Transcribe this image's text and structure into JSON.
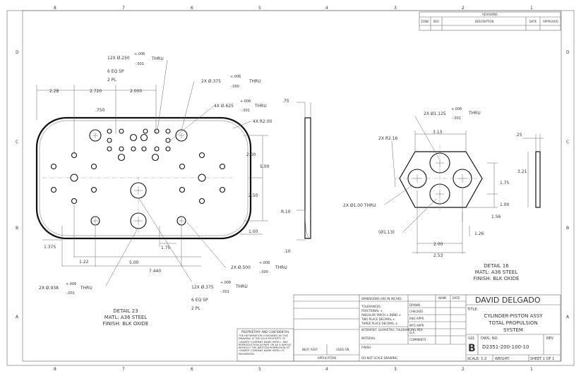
{
  "sheet": {
    "zone_rows": [
      "D",
      "C",
      "B",
      "A"
    ],
    "zone_cols": [
      "8",
      "7",
      "6",
      "5",
      "4",
      "3",
      "2",
      "1"
    ]
  },
  "revisions": {
    "title": "REVISIONS",
    "cols": [
      "ZONE",
      "REV.",
      "DESCRIPTION",
      "DATE",
      "APPROVED"
    ]
  },
  "detail23": {
    "callouts": {
      "holes12_a": "12X Ø.250",
      "holes12_tol_plus": "+.006",
      "holes12_tol_minus": "-.001",
      "holes12_thru": "THRU",
      "eqsp": "6 EQ SP",
      "pl2": "2 PL",
      "holes375": "2X Ø.375",
      "holes375_plus": "+.006",
      "holes375_minus": "-.000",
      "holes375_thru": "THRU",
      "holes625": "4X Ø.625",
      "holes625_plus": "+.006",
      "holes625_minus": "-.001",
      "holes625_thru": "THRU",
      "r200": "4X R2.00",
      "holes938": "2X Ø.938",
      "holes938_plus": "+.006",
      "holes938_minus": "-.001",
      "holes938_thru": "THRU",
      "holes500": "2X Ø.500",
      "holes500_plus": "+.006",
      "holes500_minus": "-.000",
      "holes500_thru": "THRU",
      "holes375b": "12X Ø.375",
      "holes375b_plus": "+.006",
      "holes375b_minus": "-.001",
      "holes375b_thru": "THRU",
      "eqsp_b": "6 EQ SP",
      "pl2_b": "2 PL"
    },
    "dims": {
      "d228": "2.28",
      "d2720": "2.720",
      "d2000": "2.000",
      "d750": ".750",
      "d200": "2.00",
      "d500v": "5.00",
      "d250": "2.50",
      "d100": "1.00",
      "d1375": "1.375",
      "d122": "1.22",
      "d175": "1.75",
      "d500h": "5.00",
      "d7440": "7.440"
    },
    "label_1": "DETAIL 23",
    "label_2": "MATL: A36 STEEL",
    "label_3": "FINISH: BLK OXIDE"
  },
  "side_view": {
    "d75": ".75",
    "r10": "R.10",
    "d10": ".10"
  },
  "detail16": {
    "callouts": {
      "holes1125": "2X Ø1.125",
      "holes1125_plus": "+.006",
      "holes1125_minus": "-.001",
      "thru": "THRU",
      "r216": "2X R2.16",
      "holes100": "2X Ø1.00 THRU",
      "d113": "(Ø1.13)"
    },
    "dims": {
      "d313": "3.13",
      "d175": "1.75",
      "d100": "1.00",
      "d156": "1.56",
      "d126": "1.26",
      "d200": "2.00",
      "d253": "2.53",
      "d25": ".25",
      "d321": "3.21"
    },
    "label_1": "DETAIL 16",
    "label_2": "MATL: A36 STEEL",
    "label_3": "FINISH: BLK OXIDE"
  },
  "title_block": {
    "company": "DAVID DELGADO",
    "title_label": "TITLE:",
    "title_1": "CYLINDER-PISTON ASSY",
    "title_2": "TOTAL PROPULSION",
    "title_3": "SYSTEM",
    "size_label": "SIZE",
    "size": "B",
    "dwg_label": "DWG. NO.",
    "dwg_no": "D2351-200-100-10",
    "rev_label": "REV",
    "scale": "SCALE: 1:2",
    "weight": "WEIGHT:",
    "sheet": "SHEET 1 OF 1",
    "name_col": "NAME",
    "date_col": "DATE",
    "rows": [
      "DRAWN",
      "CHECKED",
      "ENG APPR.",
      "MFG APPR.",
      "Q.A.",
      "COMMENTS:"
    ],
    "notes": [
      "DIMENSIONS ARE IN INCHES",
      "TOLERANCES:",
      "FRACTIONAL ±",
      "ANGULAR: MACH ±  BEND ±",
      "TWO PLACE DECIMAL ±",
      "THREE PLACE DECIMAL ±"
    ],
    "interpret": "INTERPRET GEOMETRIC TOLERANCING PER:",
    "material": "MATERIAL",
    "finish": "FINISH",
    "next_assy": "NEXT ASSY",
    "used_on": "USED ON",
    "application": "APPLICATION",
    "proprietary_title": "PROPRIETARY AND CONFIDENTIAL",
    "proprietary_text": "THE INFORMATION CONTAINED IN THIS DRAWING IS THE SOLE PROPERTY OF <INSERT COMPANY NAME HERE>. ANY REPRODUCTION IN PART OR AS A WHOLE WITHOUT THE WRITTEN PERMISSION OF <INSERT COMPANY NAME HERE> IS PROHIBITED.",
    "do_not_scale": "DO NOT SCALE DRAWING"
  }
}
